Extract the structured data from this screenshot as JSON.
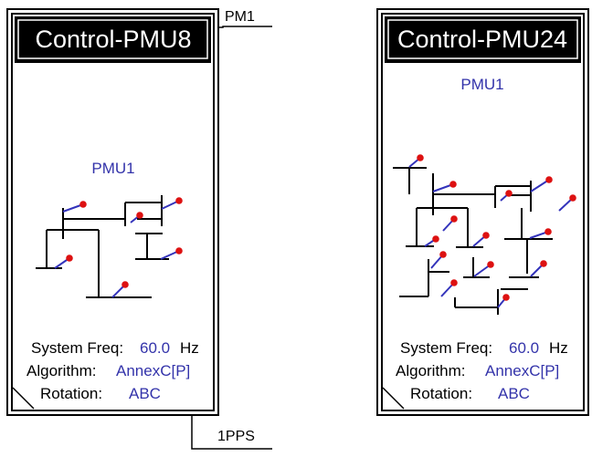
{
  "blocks": [
    {
      "title": "Control-PMU8",
      "pmu_label": "PMU1",
      "params": [
        {
          "label": "System Freq:",
          "value": "60.0",
          "unit": "Hz"
        },
        {
          "label": "Algorithm:",
          "value": "AnnexC[P]",
          "unit": ""
        },
        {
          "label": "Rotation:",
          "value": "ABC",
          "unit": ""
        }
      ]
    },
    {
      "title": "Control-PMU24",
      "pmu_label": "PMU1",
      "params": [
        {
          "label": "System Freq:",
          "value": "60.0",
          "unit": "Hz"
        },
        {
          "label": "Algorithm:",
          "value": "AnnexC[P]",
          "unit": ""
        },
        {
          "label": "Rotation:",
          "value": "ABC",
          "unit": ""
        }
      ]
    }
  ],
  "ports": {
    "top": "PM1",
    "bottom": "1PPS"
  },
  "colors": {
    "value_text": "#3333aa",
    "marker": "#dd1111",
    "stick": "#3333bb"
  }
}
